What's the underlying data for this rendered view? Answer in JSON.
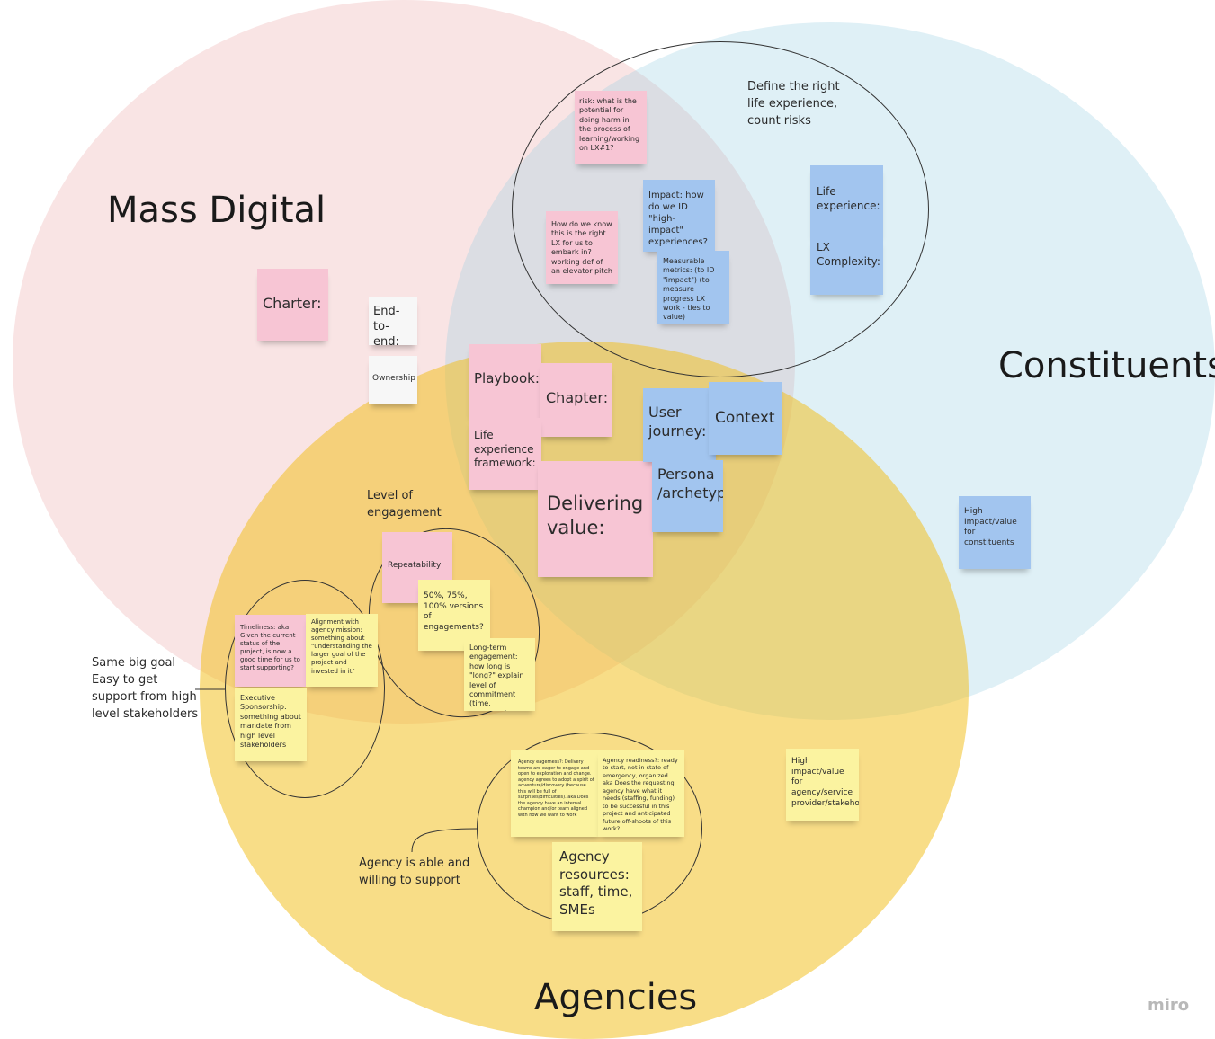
{
  "circles": {
    "mass_digital": {
      "title": "Mass Digital",
      "color": "#f6d9d9"
    },
    "constituents": {
      "title": "Constituents",
      "color": "#cde7f0"
    },
    "agencies": {
      "title": "Agencies",
      "color": "#f5c938"
    }
  },
  "labels": {
    "define_right_lx": "Define the right\nlife experience,\ncount risks",
    "level_of_engagement": "Level of\nengagement",
    "same_big_goal": "Same big goal\nEasy to get\nsupport from high\nlevel stakeholders",
    "agency_able": "Agency is able and\nwilling to support"
  },
  "notes": {
    "risk": "risk: what is the potential for doing harm in the process of learning/working on LX#1?",
    "how_know": "How do we know this is the right LX for us to embark in? working def of an elevator pitch",
    "impact": "Impact: how do we ID \"high-impact\" experiences?",
    "measurable": "Measurable metrics: (to ID \"impact\") (to measure progress LX work - ties to value)",
    "life_experience": "Life experience:",
    "lx_complexity": "LX Complexity:",
    "charter": "Charter:",
    "end_to_end": "End-to-end:",
    "ownership": "Ownership",
    "playbook": "Playbook:",
    "chapter": "Chapter:",
    "lx_framework": "Life experience framework:",
    "delivering_value": "Delivering value:",
    "user_journey": "User journey:",
    "context": "Context",
    "persona": "Persona /archetype:",
    "high_impact_constituents": "High Impact/value for constituents",
    "repeatability": "Repeatability",
    "versions": "50%, 75%, 100% versions of engagements?",
    "long_term": "Long-term engagement: how long is \"long?\" explain level of commitment (time, resources)",
    "timeliness": "Timeliness: aka Given the current status of the project, is now a good time for us to start supporting?",
    "alignment": "Alignment with agency mission: something about \"understanding the larger goal of the project and invested in it\"",
    "exec_sponsorship": "Executive Sponsorship: something about mandate from high level stakeholders",
    "agency_eagerness": "Agency eagerness?: Delivery teams are eager to engage and open to exploration and change. agency agrees to adopt a spirit of adventure/discovery (because this will be full of surprises/difficulties). aka Does the agency have an internal champion and/or team aligned with how we want to work",
    "agency_readiness": "Agency readiness?: ready to start, not in state of emergency, organized aka Does the requesting agency have what it needs (staffing, funding) to be successful in this project and anticipated future off-shoots of this work?",
    "agency_resources": "Agency resources: staff, time, SMEs",
    "high_impact_agency": "High impact/value for agency/service provider/stakeholder:"
  },
  "logo": "miro"
}
